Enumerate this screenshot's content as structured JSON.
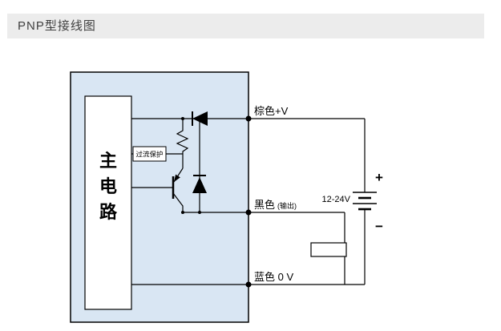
{
  "window": {
    "title": "PNP型接线图"
  },
  "colors": {
    "titlebar_bg": "#ececec",
    "titlebar_text": "#3f3f3f",
    "sensor_body_fill": "#d9e6f3",
    "wire": "#000000"
  },
  "diagram": {
    "main_circuit": {
      "chars": [
        "主",
        "电",
        "路"
      ]
    },
    "protection_label": "过流保护",
    "terminals": {
      "brown_label": "棕色+V",
      "black_label": "黑色",
      "black_sub_label": "(输出)",
      "blue_label": "蓝色 0 V"
    },
    "power": {
      "voltage_label": "12-24V",
      "plus_label": "+",
      "minus_label": "−"
    }
  }
}
